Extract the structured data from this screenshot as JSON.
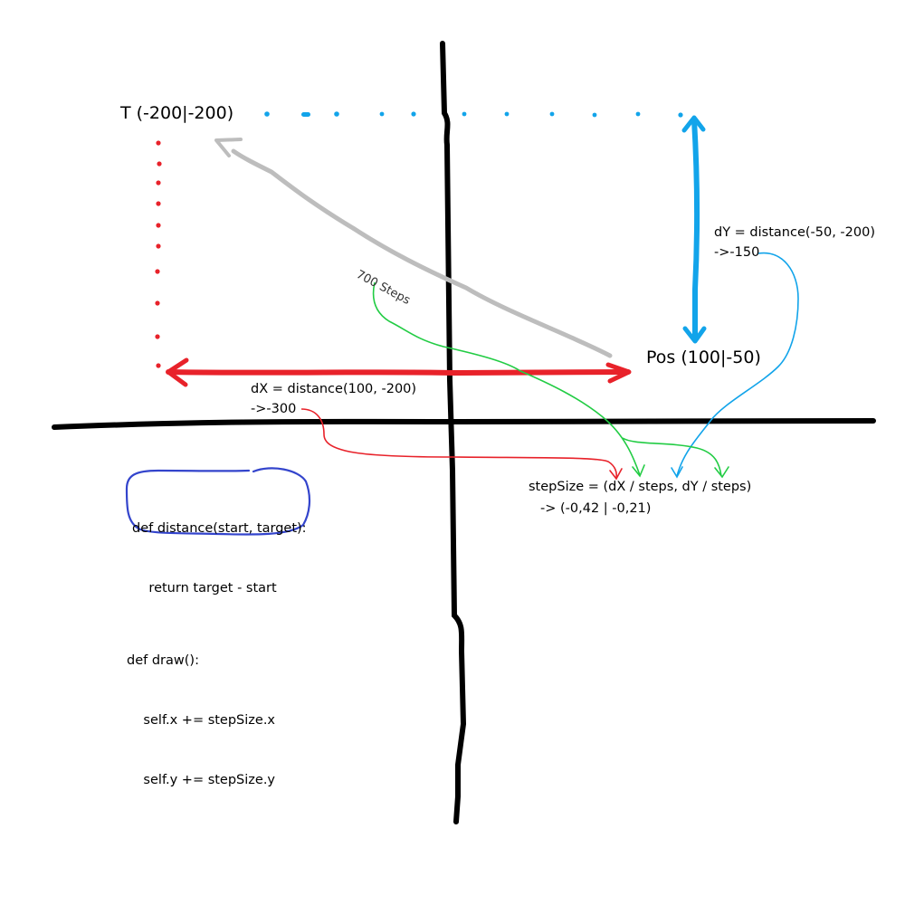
{
  "point_t": "T (-200|-200)",
  "point_pos": "Pos (100|-50)",
  "steps_label": "700 Steps",
  "dx": {
    "formula": "dX = distance(100, -200)",
    "result": "->-300"
  },
  "dy": {
    "formula": "dY = distance(-50, -200)",
    "result": "->-150"
  },
  "step_size": {
    "formula": "stepSize = (dX / steps, dY / steps)",
    "result": "-> (-0,42 | -0,21)"
  },
  "distance_def": {
    "lines": [
      "def distance(start, target):",
      "    return target - start"
    ]
  },
  "draw_def": {
    "lines": [
      "def draw():",
      "    self.x += stepSize.x",
      "    self.y += stepSize.y"
    ]
  },
  "colors": {
    "axis": "#000000",
    "dx": "#e8222a",
    "dy": "#12a4ea",
    "steps": "#22cc44",
    "path": "#bdbdbd",
    "distance_box": "#3344cc"
  }
}
